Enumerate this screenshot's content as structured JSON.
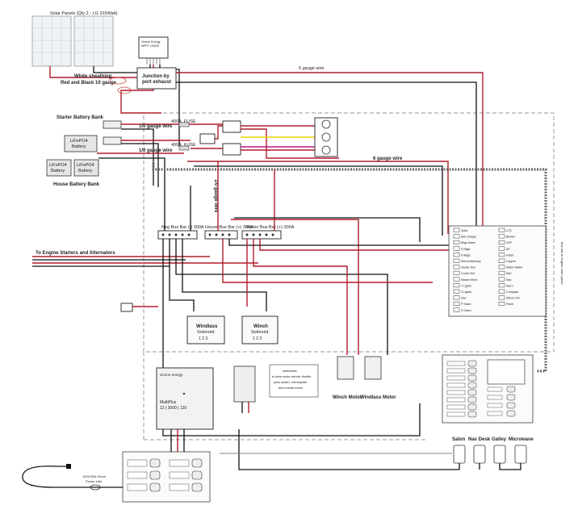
{
  "solar": {
    "title": "Solar Panels (Qty 2 - LG 315Watt)",
    "controller_line1": "Victron Energy",
    "controller_line2": "MPPT 100|30",
    "sheathing_line1": "White sheathing",
    "sheathing_line2": "Red and Black 10 gauge",
    "junction_line1": "Junction by",
    "junction_line2": "port exhaust"
  },
  "wires": {
    "six_gauge_top": "6 gauge wire",
    "one_zero_a": "1/0 gauge wire",
    "one_zero_b": "1/0 gauge wire",
    "six_gauge_mid": "6 gauge wire",
    "one_zero_vertical": "1/0 gauge wire",
    "to_engine": "To Engine Starters and Alternators",
    "right_vertical": "Bus bar to engine room panel"
  },
  "batteries": {
    "starter_bank": "Starter Battery Bank",
    "house_bank": "House Battery Bank",
    "lifepo_1": "LiFePO4",
    "lifepo_1b": "Battery",
    "lifepo_2": "LiFePO4",
    "lifepo_2b": "Battery",
    "lifepo_3": "LiFePO4",
    "lifepo_3b": "Battery",
    "fuse_1": "400A, FUSE",
    "fuse_2": "400A, FUSE"
  },
  "busbars": {
    "neg": "Neg Bus Bar (-) 300A",
    "house": "House Bus Bar (+) 300A",
    "starter": "Starter Bus Bar (+) 300A"
  },
  "solenoids": {
    "windlass_title": "Windlass",
    "windlass_sub": "Solenoid",
    "winch_title": "Winch",
    "winch_sub": "Solenoid",
    "pins": "1  2  3"
  },
  "inverter": {
    "brand": "victron energy",
    "model_line1": "MultiPlus",
    "model_line2": "12 | 3000 | 120"
  },
  "remote": {
    "line1": "switchable",
    "line2": "to stow motor remote throttle",
    "line3": "pass switch, electroplate",
    "line4": "and remote motor"
  },
  "motors": {
    "winch": "Winch Motor",
    "windlass": "Windlass Motor"
  },
  "dc_panel": {
    "left_items": [
      "Solar",
      "Bat Charger",
      "Bilge Alarm",
      "S Bilge",
      "N Bilge",
      "Stereo/Memory",
      "House Test",
      "Comb Test",
      "Master Elect",
      "T Lights",
      "S Lights",
      "Nav",
      "P Salon",
      "S Salon"
    ],
    "right_items": [
      "LTG",
      "Blower",
      "VHF",
      "AP",
      "Hatch",
      "Lazyrm",
      "Water Maker",
      "Nav",
      "Nav",
      "Stern",
      "Compass",
      "Winch Ctrl",
      "Panel"
    ]
  },
  "outlets": {
    "salon": "Salon",
    "nav_desk": "Nav Desk",
    "galley": "Galley",
    "microwave": "Microwave"
  },
  "shore": {
    "inlet_line1": "120V/30A Shore",
    "inlet_line2": "Power Inlet"
  }
}
